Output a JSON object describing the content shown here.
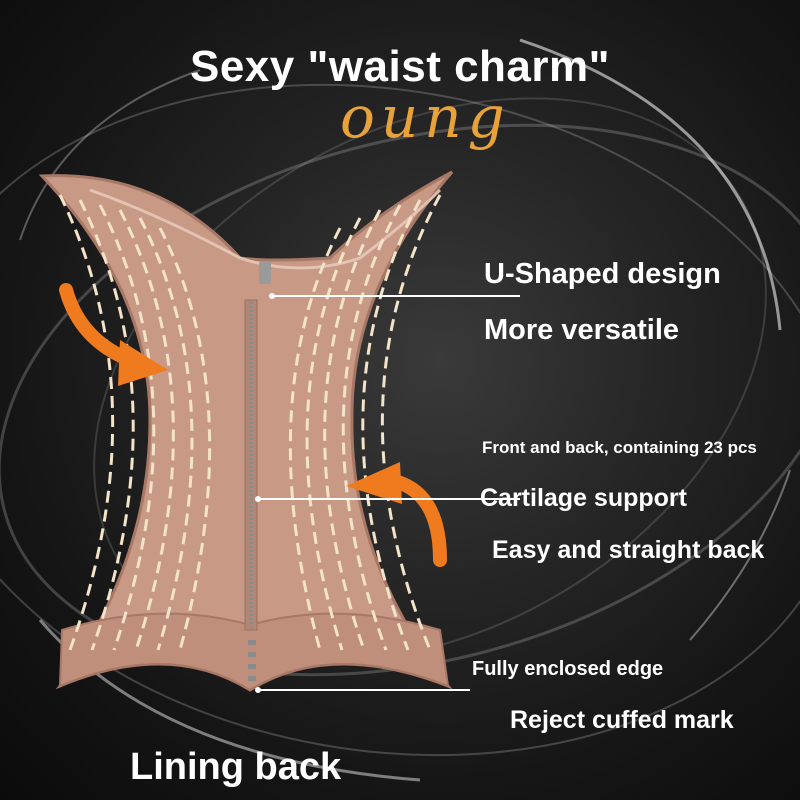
{
  "headline": "Sexy \"waist charm\"",
  "brand_script": "oung",
  "callouts": {
    "u_shaped_title": "U-Shaped design",
    "u_shaped_sub": "More versatile",
    "bones_note": "Front and back, containing 23 pcs",
    "cartilage_title": "Cartilage support",
    "cartilage_sub": "Easy and straight back",
    "edge_title": "Fully enclosed edge",
    "edge_sub": "Reject cuffed mark"
  },
  "footer_label": "Lining back",
  "colors": {
    "background": "#1f1f1f",
    "garment": "#c89a86",
    "garment_shadow": "#a87866",
    "boning": "#f3e3c8",
    "accent_orange": "#f07a1e",
    "script_gold": "#e8a23a",
    "text": "#ffffff"
  },
  "icons": [
    "curved-arrow-icon"
  ]
}
